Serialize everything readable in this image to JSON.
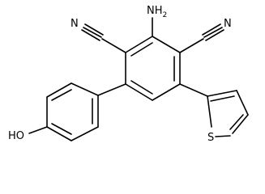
{
  "molecule": {
    "labels": {
      "amino": "NH",
      "amino_subscript": "2",
      "nitrile_left": "N",
      "nitrile_right": "N",
      "hydroxyl": "HO",
      "thiophene_sulfur": "S"
    },
    "line_color": "#000000",
    "background": "#ffffff"
  }
}
